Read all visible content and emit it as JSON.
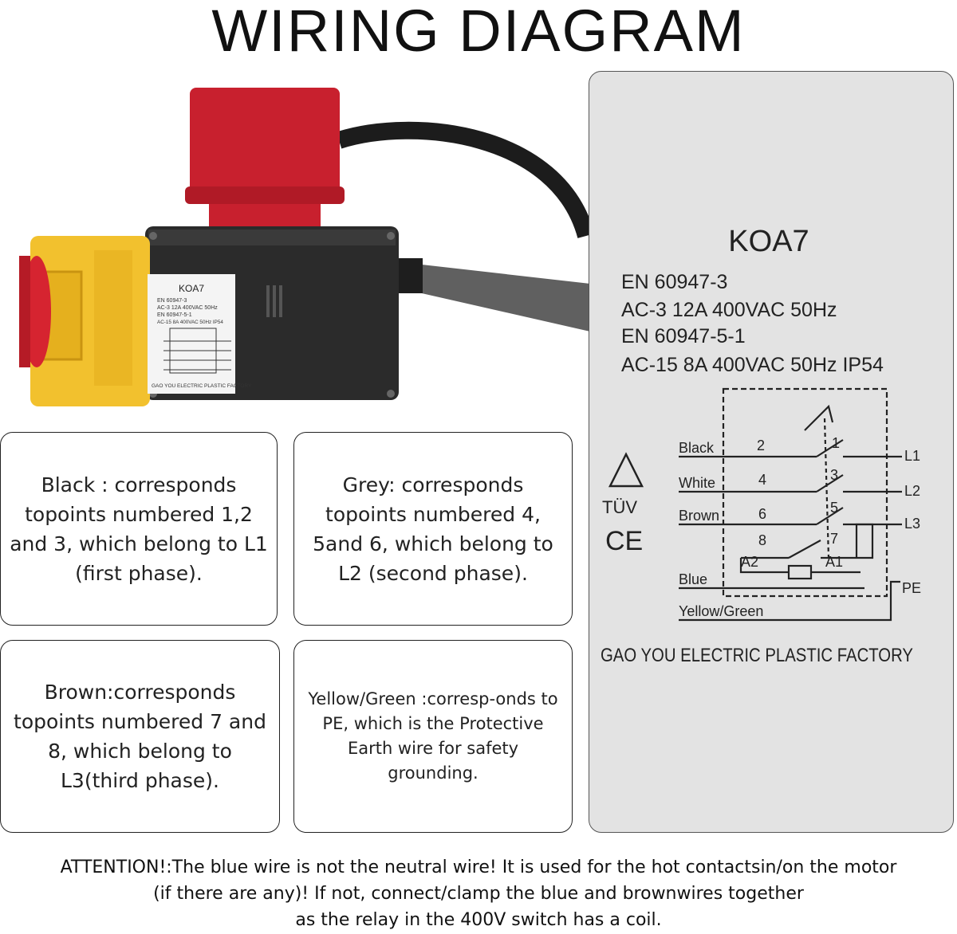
{
  "title": "WIRING DIAGRAM",
  "product_label": {
    "model": "KOA7",
    "lines": [
      "EN 60947-3",
      "AC-3  12A  400VAC 50Hz",
      "EN 60947-5-1",
      "AC-15  8A  400VAC 50Hz  IP54"
    ],
    "factory": "GAO YOU ELECTRIC PLASTIC FACTORY"
  },
  "boxes": {
    "black": "Black : corresponds topoints numbered 1,2 and 3, which belong to L1 (first phase).",
    "grey": "Grey: corresponds topoints numbered 4, 5and 6, which belong to L2 (second phase).",
    "brown": "Brown:corresponds topoints numbered 7 and 8, which belong to L3(third phase).",
    "yellow_green": "Yellow/Green :corresp-onds to PE, which is the Protective Earth wire for safety grounding."
  },
  "label_panel": {
    "model": "KOA7",
    "line1": "EN 60947-3",
    "line2": "AC-3  12A  400VAC 50Hz",
    "line3": "EN 60947-5-1",
    "line4": "AC-15  8A  400VAC 50Hz  IP54",
    "wires": {
      "black": "Black",
      "white": "White",
      "brown": "Brown",
      "blue": "Blue",
      "yellow_green": "Yellow/Green"
    },
    "terminals": {
      "t1": "1",
      "t2": "2",
      "t3": "3",
      "t4": "4",
      "t5": "5",
      "t6": "6",
      "t7": "7",
      "t8": "8",
      "a1": "A1",
      "a2": "A2"
    },
    "outputs": {
      "l1": "L1",
      "l2": "L2",
      "l3": "L3",
      "pe": "PE"
    },
    "certs": {
      "tuv": "TÜV",
      "ce": "CE"
    },
    "factory": "GAO YOU ELECTRIC PLASTIC FACTORY"
  },
  "attention": {
    "line1": "ATTENTION!:The blue wire is not the neutral wire! It is used for the hot contactsin/on the motor",
    "line2": "(if there are any)! If not, connect/clamp the blue and brownwires together",
    "line3": "as the relay in the 400V switch has a coil."
  },
  "colors": {
    "plug_red": "#c8202e",
    "switch_yellow": "#f2c12e",
    "housing_black": "#2b2b2b",
    "panel_grey": "#e3e3e3"
  }
}
